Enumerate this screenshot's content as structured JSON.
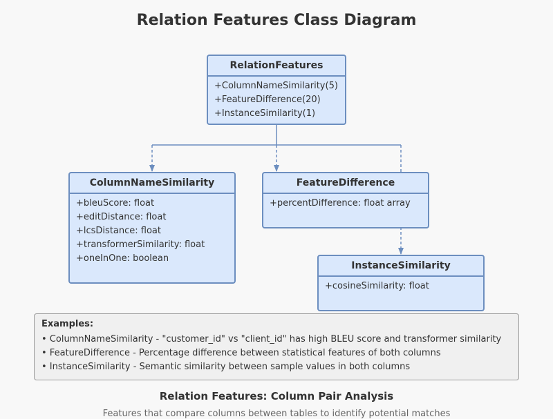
{
  "title": "Relation Features Class Diagram",
  "classes": {
    "relation_features": {
      "name": "RelationFeatures",
      "attributes": [
        "+ColumnNameSimilarity(5)",
        "+FeatureDifference(20)",
        "+InstanceSimilarity(1)"
      ]
    },
    "column_name_similarity": {
      "name": "ColumnNameSimilarity",
      "attributes": [
        "+bleuScore: float",
        "+editDistance: float",
        "+lcsDistance: float",
        "+transformerSimilarity: float",
        "+oneInOne: boolean"
      ]
    },
    "feature_difference": {
      "name": "FeatureDifference",
      "attributes": [
        "+percentDifference: float array"
      ]
    },
    "instance_similarity": {
      "name": "InstanceSimilarity",
      "attributes": [
        "+cosineSimilarity: float"
      ]
    }
  },
  "examples": {
    "title": "Examples:",
    "lines": [
      "• ColumnNameSimilarity - \"customer_id\" vs \"client_id\" has high BLEU score and transformer similarity",
      "• FeatureDifference - Percentage difference between statistical features of both columns",
      "• InstanceSimilarity - Semantic similarity between sample values in both columns"
    ]
  },
  "footer": {
    "title": "Relation Features: Column Pair Analysis",
    "subtitle": "Features that compare columns between tables to identify potential matches"
  },
  "colors": {
    "class_fill": "#dae8fc",
    "class_border": "#6c8ebf",
    "connector": "#6c8ebf",
    "examples_fill": "#f0f0f0",
    "examples_border": "#999999"
  }
}
